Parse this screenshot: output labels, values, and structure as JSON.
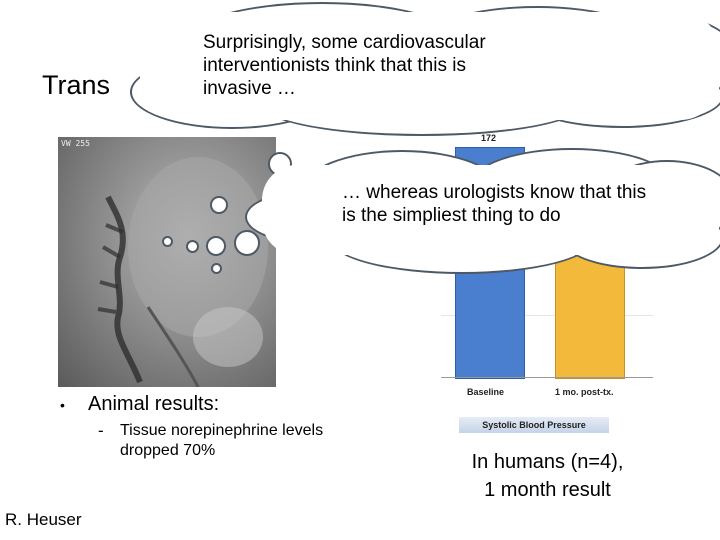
{
  "slide": {
    "title": "Trans",
    "title_suffix": ","
  },
  "xray": {
    "label": "VW 255"
  },
  "chart": {
    "value_baseline": "172",
    "category_baseline": "Baseline",
    "category_post": "1 mo. post-tx.",
    "caption": "Systolic Blood Pressure",
    "colors": {
      "baseline": "#4a7fd0",
      "post": "#f3b93a"
    }
  },
  "cloud1": {
    "line1": "Surprisingly, some cardiovascular",
    "line2": "interventionists think that this is",
    "line3": "invasive …"
  },
  "cloud2": {
    "line1": "… whereas urologists know that this",
    "line2": "is the simpliest thing to do"
  },
  "bullets": {
    "main": "Animal results:",
    "sub": "Tissue norepinephrine levels dropped 70%"
  },
  "caption": {
    "line1": "In humans (n=4),",
    "line2": "1 month result"
  },
  "author": "R. Heuser"
}
